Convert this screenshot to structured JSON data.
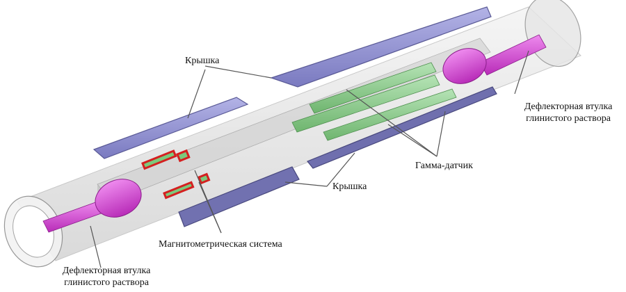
{
  "labels": {
    "cover_top": "Крышка",
    "cover_bottom": "Крышка",
    "deflector_right_line1": "Дефлекторная втулка",
    "deflector_right_line2": "глинистого раствора",
    "deflector_left_line1": "Дефлекторная втулка",
    "deflector_left_line2": "глинистого раствора",
    "gamma": "Гамма-датчик",
    "magnet": "Магнитометрическая система"
  },
  "colors": {
    "housing": "#d9d9d9",
    "cover": "#8f8fd0",
    "cover_dark": "#5a5a96",
    "sleeve": "#d050d0",
    "gamma_tube": "#8fcf8f",
    "magnet_red": "#d42020",
    "magnet_green": "#7cc97c"
  }
}
